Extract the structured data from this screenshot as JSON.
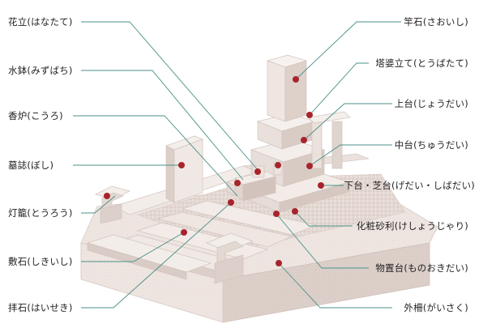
{
  "labels": {
    "hanatate": "花立(はなたて)",
    "mizubachi": "水鉢(みずばち)",
    "kouro": "香炉(こうろ)",
    "boshi": "墓誌(ぼし)",
    "tourou": "灯籠(とうろう)",
    "shikiishi": "敷石(しきいし)",
    "haiseki": "拝石(はいせき)",
    "saoishi": "竿石(さおいし)",
    "toubatate": "塔婆立て(とうばたて)",
    "joudai": "上台(じょうだい)",
    "chuudai": "中台(ちゅうだい)",
    "gedai": "下台・芝台(げだい・しばだい)",
    "keshou": "化粧砂利(けしょうじゃり)",
    "monooki": "物置台(ものおきだい)",
    "gaisaku": "外柵(がいさく)"
  },
  "colors": {
    "leader_line": "#4a9088",
    "dot": "#a8242c",
    "stone_light": "#f2ebe7",
    "stone_mid": "#e2d6d0",
    "stone_dark": "#cbbab2"
  }
}
